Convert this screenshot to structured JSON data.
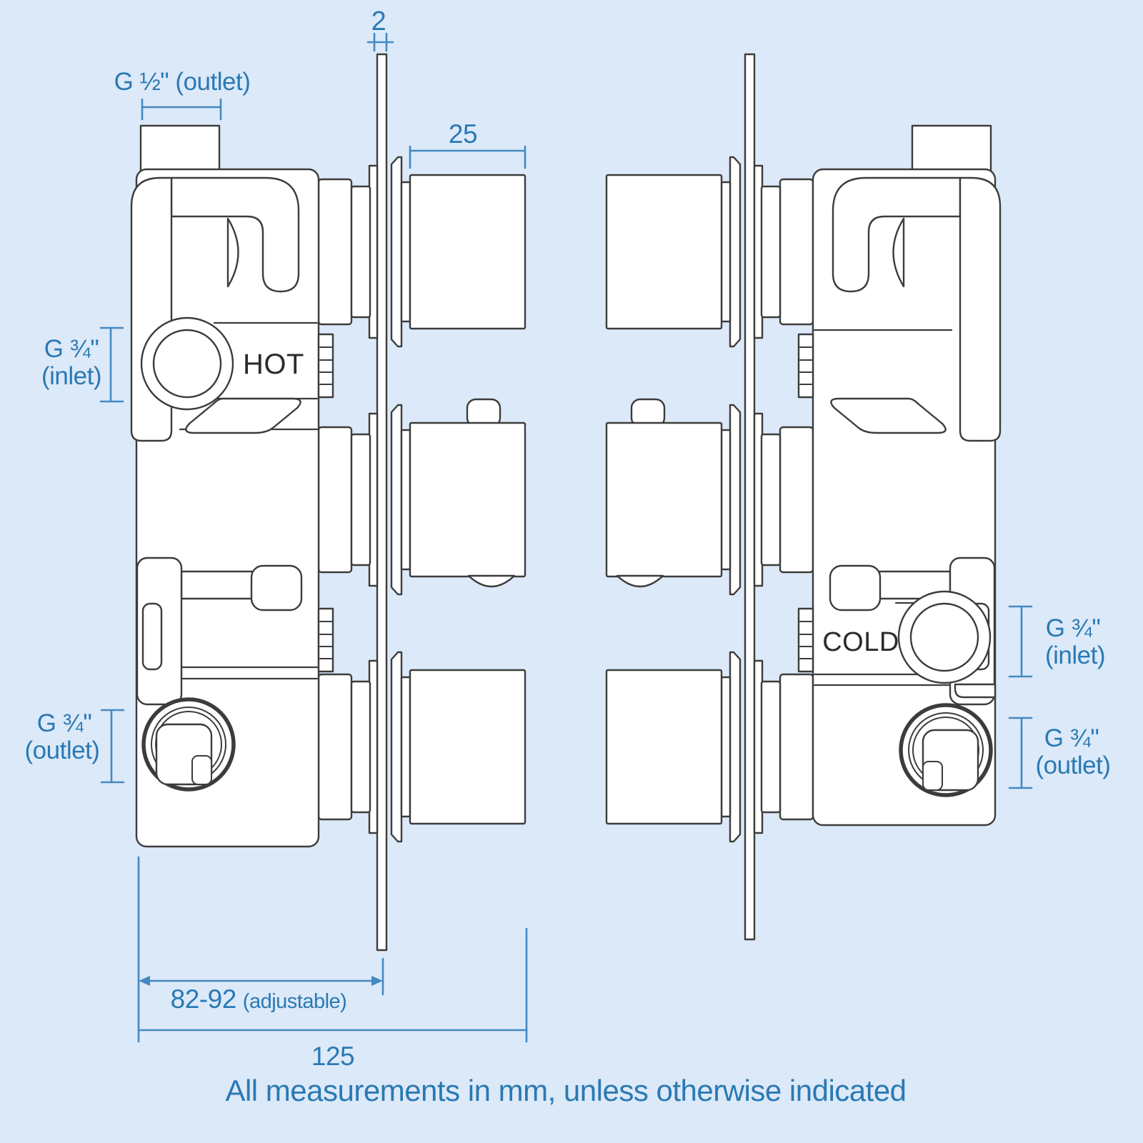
{
  "title": "Thermostatic shower valve technical drawing, side views",
  "colors": {
    "bg": "#dce9f8",
    "line": "#3c3c3c",
    "part-fill": "#ffffff",
    "dim-text": "#2a79b4",
    "dim-line": "#4489c2",
    "label-text": "#2b2b2b"
  },
  "figure_left": {
    "label": "HOT"
  },
  "figure_right": {
    "label": "COLD"
  },
  "dimensions": {
    "plate_thickness": "2",
    "top_outlet": "G ½\" (outlet)",
    "knob_depth": "25",
    "left_inlet_line1": "G ¾\"",
    "left_inlet_line2": "(inlet)",
    "left_outlet_line1": "G ¾\"",
    "left_outlet_line2": "(outlet)",
    "right_inlet_line1": "G ¾\"",
    "right_inlet_line2": "(inlet)",
    "right_outlet_line1": "G ¾\"",
    "right_outlet_line2": "(outlet)",
    "adjustable_value": "82-92",
    "adjustable_note": "(adjustable)",
    "overall_width": "125"
  },
  "footer": {
    "note": "All measurements in mm, unless otherwise indicated"
  }
}
